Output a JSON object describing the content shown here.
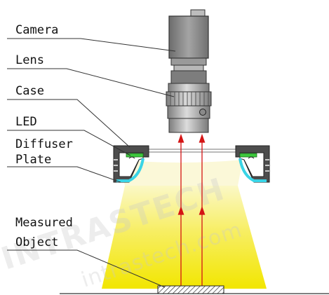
{
  "labels": {
    "camera": "Camera",
    "lens": "Lens",
    "case": "Case",
    "led": "LED",
    "diffuser_line1": "Diffuser",
    "diffuser_line2": "Plate",
    "object_line1": "Measured",
    "object_line2": "Object"
  },
  "watermark": {
    "line1": "INTRASTECH",
    "line2": "intrastech.com"
  },
  "colors": {
    "light_beam": "#f2e800",
    "rays": "#d41414",
    "led": "#3cc83c",
    "diffuser": "#3ad4e6",
    "case": "#4a4a4a",
    "camera_body": "#8a8a8a"
  },
  "icons": [
    "camera-icon",
    "lens-icon",
    "ring-light-case-icon",
    "led-icon",
    "diffuser-plate-icon",
    "measured-object-icon"
  ]
}
